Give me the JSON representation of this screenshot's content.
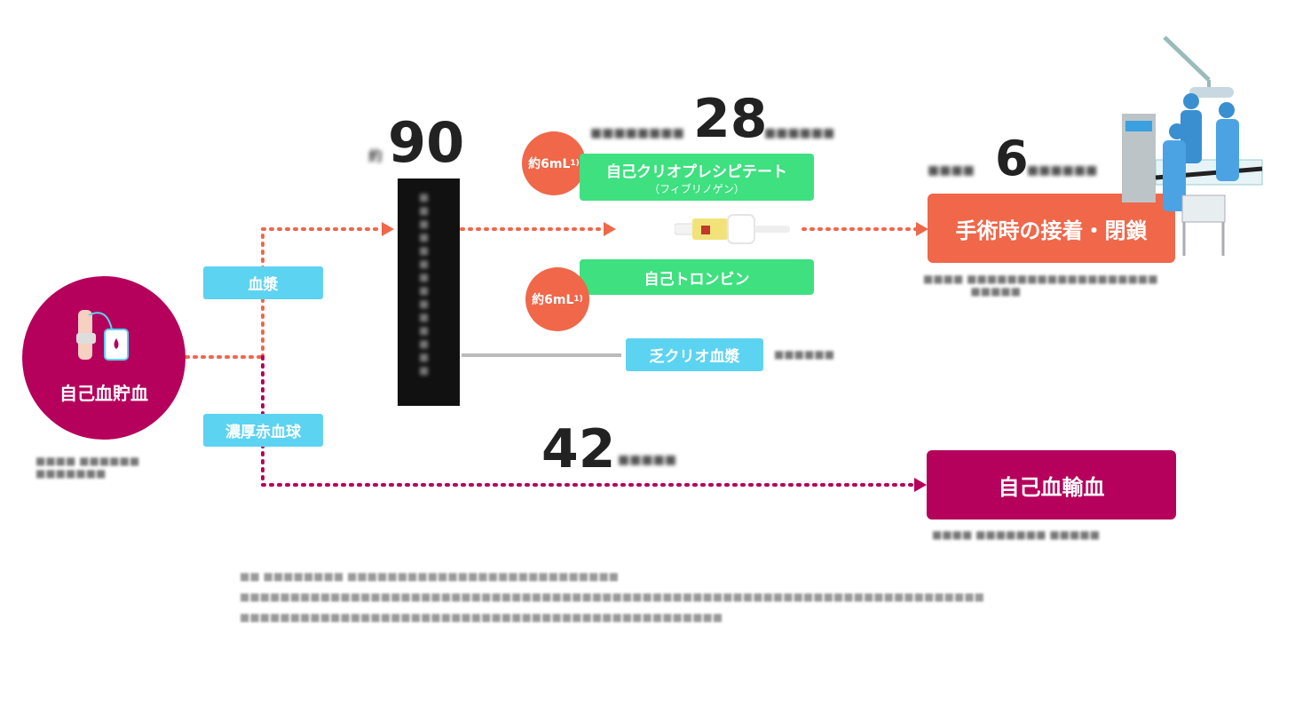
{
  "nodes": {
    "autologous_storage": "自己血貯血",
    "plasma": "血漿",
    "concentrated_rbc": "濃厚赤血球",
    "cryo_precipitate": "自己クリオプレシピテート",
    "cryo_sub": "（フィブリノゲン）",
    "thrombin": "自己トロンビン",
    "cryo_poor_plasma": "乏クリオ血漿",
    "surgery_adhesion": "手術時の接着・閉鎖",
    "autologous_transfusion": "自己血輸血"
  },
  "badges": {
    "cryo_volume": "約6mL",
    "cryo_volume_ref": "1)",
    "thrombin_volume": "約6mL",
    "thrombin_volume_ref": "1)"
  },
  "numbers": {
    "device_prefix": "約",
    "device_minutes": "90",
    "cryo_days": "28",
    "surgery_hours": "6",
    "transfusion_days": "42"
  },
  "colors": {
    "magenta": "#b5005c",
    "orange": "#f0674a",
    "cyan": "#5dd3f2",
    "green": "#3ee07f",
    "device": "#111111"
  }
}
